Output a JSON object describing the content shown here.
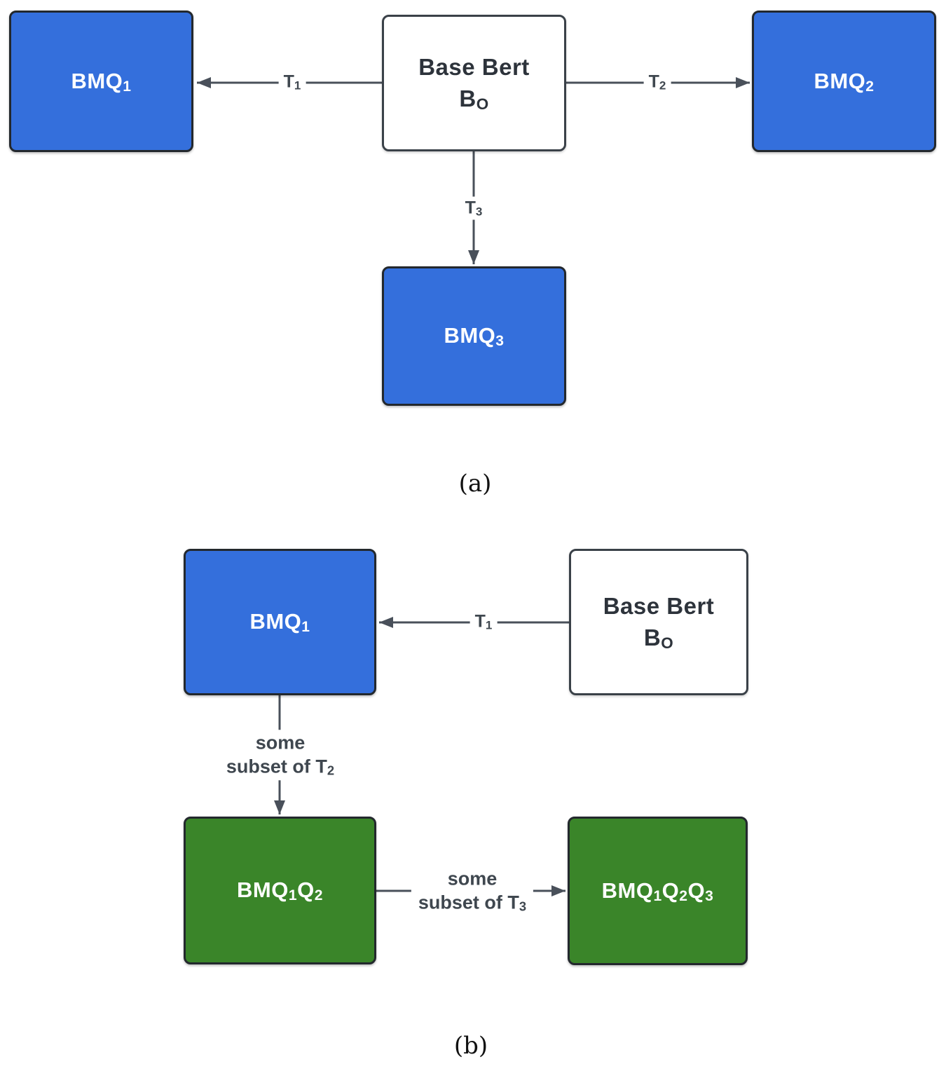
{
  "colors": {
    "blue": "#346FDC",
    "green": "#3A8529",
    "arrow": "#49505A",
    "label": "#3F474F",
    "ink": "#2D333B"
  },
  "diagram_a": {
    "caption": "(a)",
    "nodes": {
      "bmq1": {
        "parts": [
          {
            "t": "BMQ"
          },
          {
            "s": "1"
          }
        ]
      },
      "base": {
        "line1": "Base Bert",
        "symbol": "B",
        "sub": "O"
      },
      "bmq2": {
        "parts": [
          {
            "t": "BMQ"
          },
          {
            "s": "2"
          }
        ]
      },
      "bmq3": {
        "parts": [
          {
            "t": "BMQ"
          },
          {
            "s": "3"
          }
        ]
      }
    },
    "edges": {
      "t1": {
        "main": "T",
        "sub": "1"
      },
      "t2": {
        "main": "T",
        "sub": "2"
      },
      "t3": {
        "main": "T",
        "sub": "3"
      }
    }
  },
  "diagram_b": {
    "caption": "(b)",
    "nodes": {
      "bmq1": {
        "parts": [
          {
            "t": "BMQ"
          },
          {
            "s": "1"
          }
        ]
      },
      "base": {
        "line1": "Base Bert",
        "symbol": "B",
        "sub": "O"
      },
      "bmq1q2": {
        "parts": [
          {
            "t": "BMQ"
          },
          {
            "s": "1"
          },
          {
            "t": "Q"
          },
          {
            "s": "2"
          }
        ]
      },
      "bmq1q2q3": {
        "parts": [
          {
            "t": "BMQ"
          },
          {
            "s": "1"
          },
          {
            "t": "Q"
          },
          {
            "s": "2"
          },
          {
            "t": "Q"
          },
          {
            "s": "3"
          }
        ]
      }
    },
    "edges": {
      "t1": {
        "main": "T",
        "sub": "1"
      },
      "t2": {
        "line1": "some",
        "line2": "subset of T",
        "sub": "2"
      },
      "t3": {
        "line1": "some",
        "line2": "subset of T",
        "sub": "3"
      }
    }
  }
}
